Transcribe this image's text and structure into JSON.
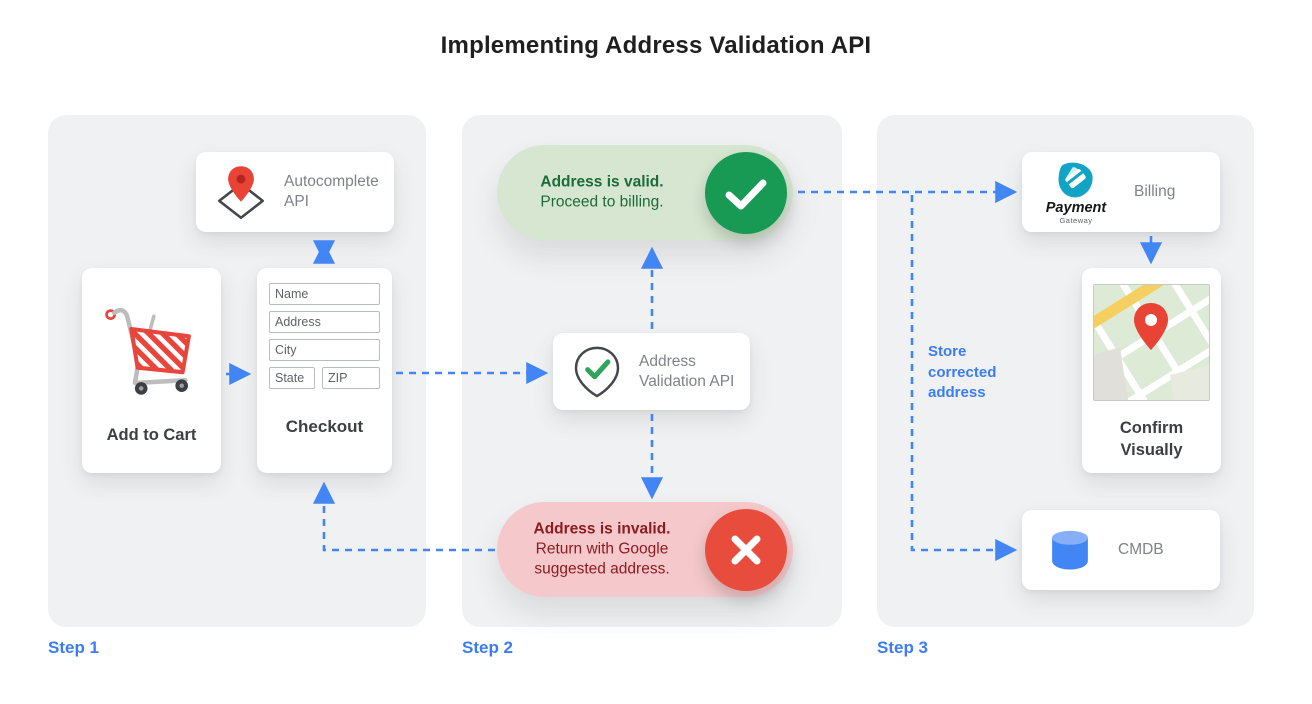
{
  "title": "Implementing Address Validation API",
  "colors": {
    "arrow_blue": "#4285f4",
    "step_label_blue": "#3b7cf6",
    "valid_banner_bg": "#d6e6d1",
    "valid_circle_green": "#189a55",
    "valid_text_green": "#1c6b3b",
    "invalid_banner_bg": "#f5c9cb",
    "invalid_circle_red": "#e84c3c",
    "invalid_text_red": "#8c1c20",
    "card_label_gray": "#7d8388",
    "dark_label": "#3c4043",
    "payment_logo_teal": "#11a4c4",
    "cmdb_blue": "#4285f4"
  },
  "step1": {
    "label": "Step 1",
    "autocomplete_card": {
      "label": "Autocomplete API",
      "icon": "map-pin-diamond-icon"
    },
    "add_to_cart_card": {
      "label": "Add to Cart",
      "icon": "shopping-cart-icon"
    },
    "checkout_card": {
      "label": "Checkout",
      "fields": [
        {
          "placeholder": "Name"
        },
        {
          "placeholder": "Address"
        },
        {
          "placeholder": "City"
        },
        {
          "placeholder": "State"
        },
        {
          "placeholder": "ZIP"
        }
      ]
    }
  },
  "step2": {
    "label": "Step 2",
    "valid_banner": {
      "title": "Address is valid.",
      "subtitle": "Proceed to billing.",
      "icon": "check-circle-icon"
    },
    "validation_card": {
      "label": "Address Validation API",
      "icon": "map-pin-check-icon"
    },
    "invalid_banner": {
      "title": "Address is invalid.",
      "subtitle": "Return with Google suggested address.",
      "icon": "x-circle-icon"
    }
  },
  "step3": {
    "label": "Step 3",
    "billing_card": {
      "label": "Billing",
      "icon": "payment-gateway-logo",
      "logo_title": "Payment",
      "logo_subtitle": "Gateway"
    },
    "store_note": "Store corrected address",
    "confirm_card": {
      "label": "Confirm Visually",
      "icon": "map-thumbnail-icon"
    },
    "cmdb_card": {
      "label": "CMDB",
      "icon": "database-icon"
    }
  }
}
